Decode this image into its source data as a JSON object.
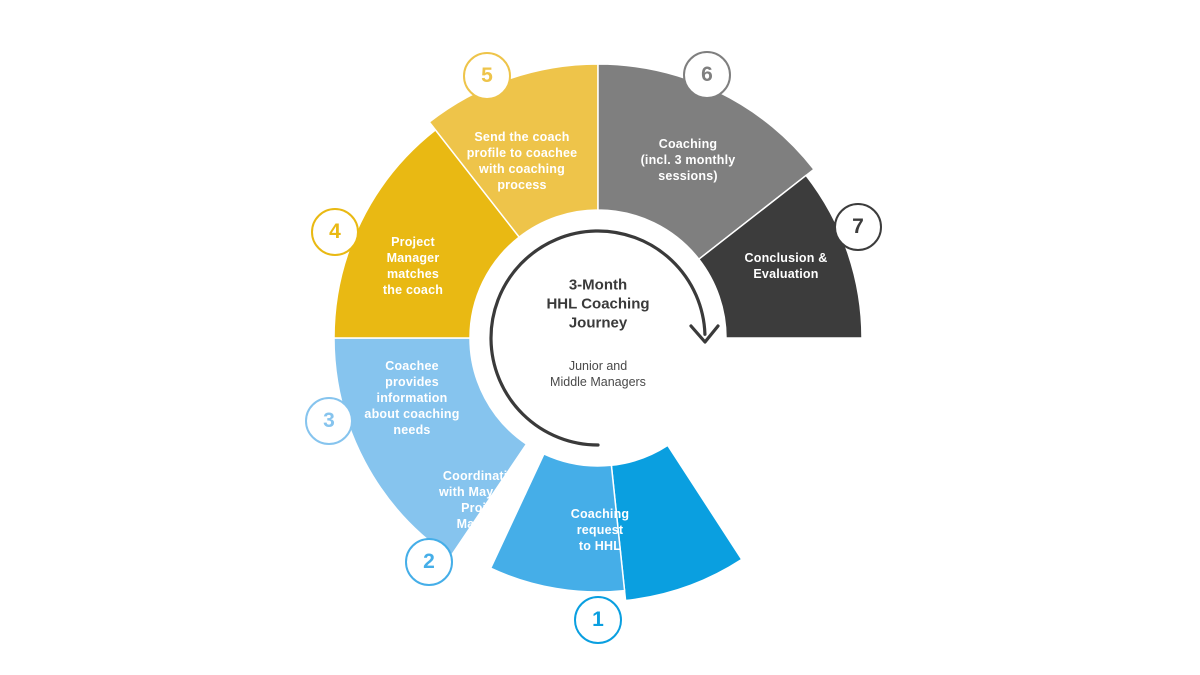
{
  "center": {
    "title": "3-Month\nHHL Coaching\nJourney",
    "subtitle": "Junior and\nMiddle Managers"
  },
  "steps": [
    {
      "number": "1",
      "label": "Coaching\nrequest\nto HHL",
      "color": "#0a9fe0"
    },
    {
      "number": "2",
      "label": "Coordination\nwith May & Co\nProject\nManager",
      "color": "#45aee8"
    },
    {
      "number": "3",
      "label": "Coachee\nprovides\ninformation\nabout coaching\nneeds",
      "color": "#86c4ee"
    },
    {
      "number": "4",
      "label": "Project\nManager\nmatches\nthe coach",
      "color": "#e9b913"
    },
    {
      "number": "5",
      "label": "Send the coach\nprofile to coachee\nwith coaching\nprocess",
      "color": "#eec44a"
    },
    {
      "number": "6",
      "label": "Coaching\n(incl. 3 monthly\nsessions)",
      "color": "#7f7f7f"
    },
    {
      "number": "7",
      "label": "Conclusion &\nEvaluation",
      "color": "#3c3c3c"
    }
  ],
  "arrow_color": "#3a3a3a"
}
